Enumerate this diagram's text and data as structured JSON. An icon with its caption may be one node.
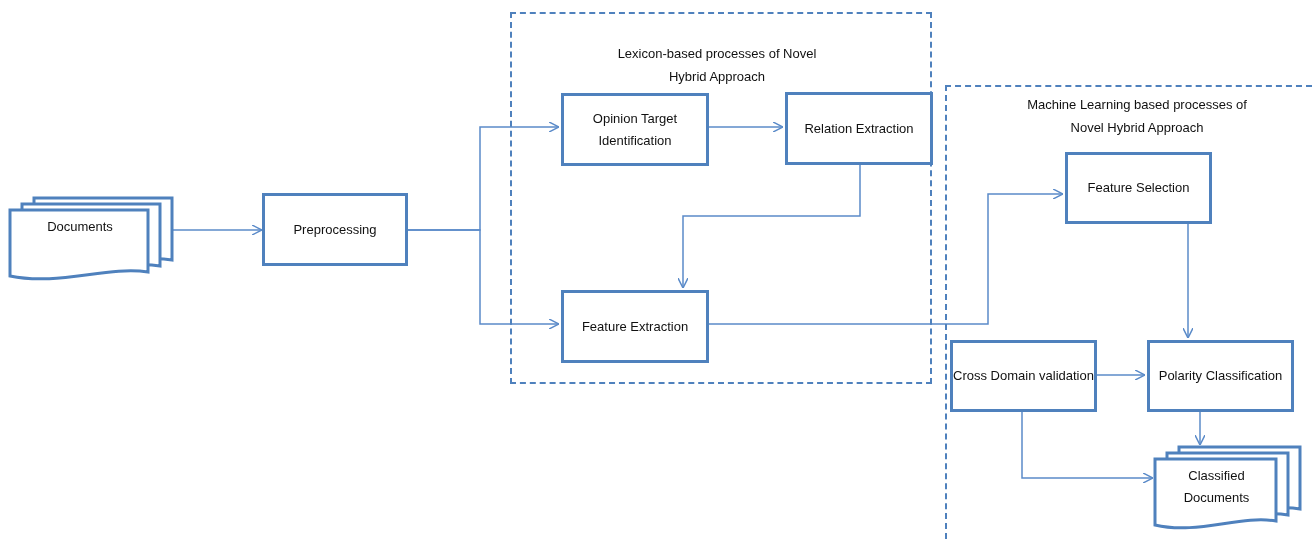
{
  "diagram": {
    "nodes": [
      {
        "text": [
          "Lexicon-based processes of Novel Hybrid Approach"
        ]
      },
      {
        "text": [
          "Machine Learning based processes of Novel Hybrid Approach"
        ]
      },
      {
        "text": [
          "Documents"
        ]
      },
      {
        "text": [
          "Preprocessing"
        ]
      },
      {
        "text": [
          "Opinion Target Identification"
        ],
        "in": 0
      },
      {
        "text": [
          "Relation Extraction"
        ],
        "in": 0
      },
      {
        "text": [
          "Feature Extraction"
        ],
        "in": 0
      },
      {
        "text": [
          "Feature Selection"
        ],
        "in": 1
      },
      {
        "text": [
          "Cross Domain validation"
        ],
        "in": 1
      },
      {
        "text": [
          "Polarity Classification"
        ],
        "in": 1
      },
      {
        "text": [
          "Classified Documents"
        ],
        "in": 1
      }
    ],
    "edges": [
      {
        "from": 2,
        "to": 3,
        "arrow": "to"
      },
      {
        "from": 3,
        "to": 4,
        "arrow": "to"
      },
      {
        "from": 3,
        "to": 6,
        "arrow": "to"
      },
      {
        "from": 4,
        "to": 5,
        "arrow": "to"
      },
      {
        "from": 5,
        "to": 6,
        "arrow": "to"
      },
      {
        "from": 6,
        "to": 7,
        "arrow": "to"
      },
      {
        "from": 7,
        "to": 9,
        "arrow": "to"
      },
      {
        "from": 8,
        "to": 9,
        "arrow": "to"
      },
      {
        "from": 9,
        "to": 10,
        "arrow": "to"
      },
      {
        "from": 8,
        "to": 10,
        "arrow": "to"
      }
    ]
  }
}
